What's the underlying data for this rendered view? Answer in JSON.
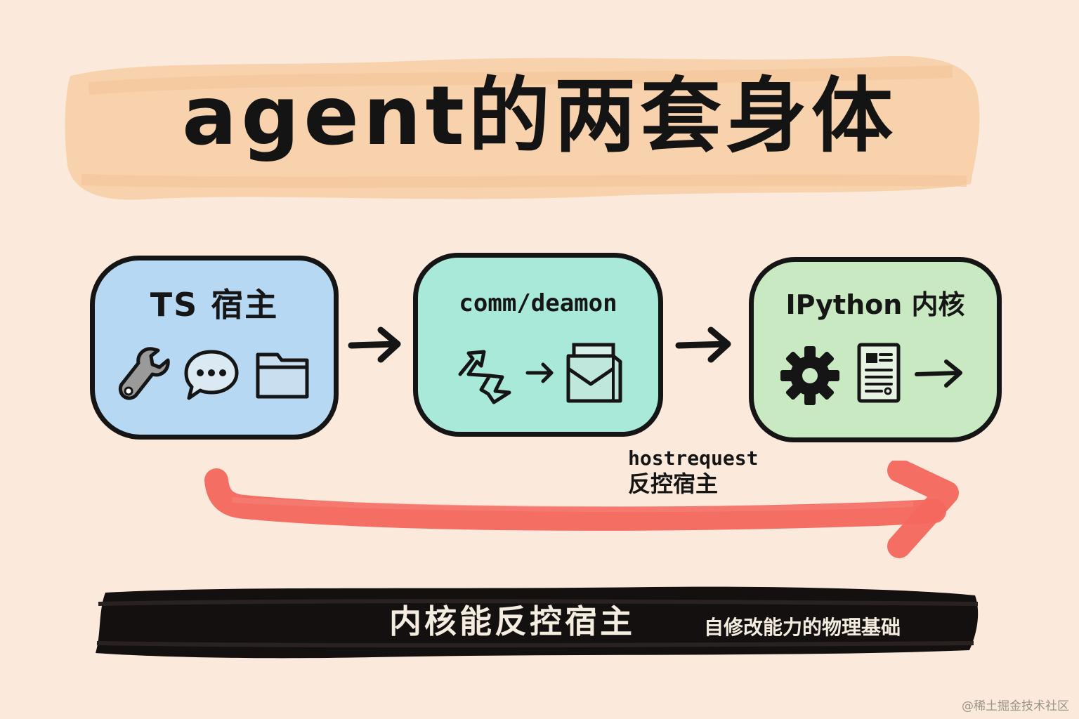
{
  "title": "agent的两套身体",
  "colors": {
    "background": "#fbeadb",
    "title_band": "#f6cfa8",
    "ts_box": "#b7d8f3",
    "comm_box": "#a9e9da",
    "ipython_box": "#c8e9c1",
    "feedback_arrow": "#f3675e",
    "bottom_band": "#141010"
  },
  "nodes": [
    {
      "id": "ts",
      "label": "TS 宿主",
      "icons": [
        "wrench-icon",
        "chat-bubble-icon",
        "folder-icon"
      ]
    },
    {
      "id": "comm",
      "label": "comm/deamon",
      "icons": [
        "zigzag-exchange-icon",
        "right-arrow-icon",
        "inbox-tray-icon"
      ]
    },
    {
      "id": "ipython",
      "label": "IPython 内核",
      "icons": [
        "gear-icon",
        "document-icon",
        "right-arrow-icon"
      ]
    }
  ],
  "edges": [
    {
      "from": "ts",
      "to": "comm"
    },
    {
      "from": "comm",
      "to": "ipython"
    }
  ],
  "feedback": {
    "label_line1": "hostrequest",
    "label_line2": "反控宿主"
  },
  "bottom": {
    "main": "内核能反控宿主",
    "sub": "自修改能力的物理基础"
  },
  "watermark": "@稀土掘金技术社区"
}
